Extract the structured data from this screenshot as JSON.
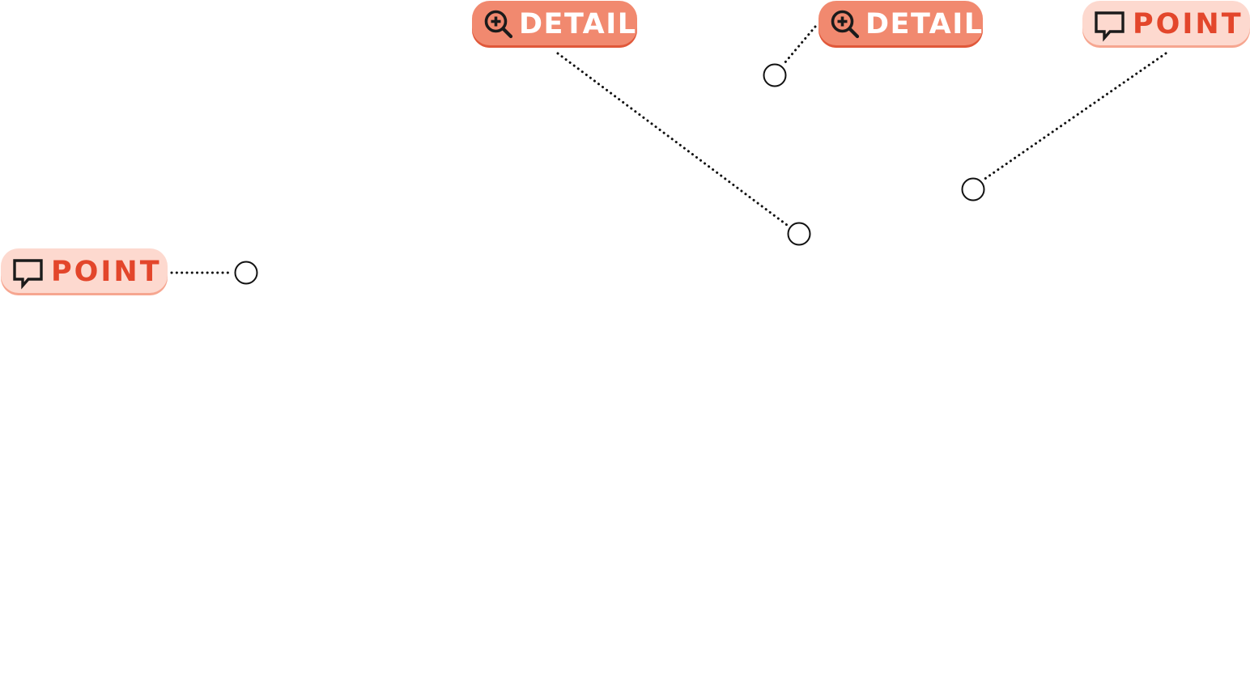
{
  "colors": {
    "detail_fill": "#f1896f",
    "detail_shadow": "#e0583a",
    "point_fill": "#fdd9cf",
    "point_shadow": "#f6a690",
    "point_text": "#e3462b",
    "connector": "#111111"
  },
  "callouts": [
    {
      "kind": "detail",
      "label": "DETAIL",
      "icon": "zoom-in-icon"
    },
    {
      "kind": "detail",
      "label": "DETAIL",
      "icon": "zoom-in-icon"
    },
    {
      "kind": "point",
      "label": "POINT",
      "icon": "speech-bubble-icon"
    },
    {
      "kind": "point",
      "label": "POINT",
      "icon": "speech-bubble-icon"
    }
  ]
}
